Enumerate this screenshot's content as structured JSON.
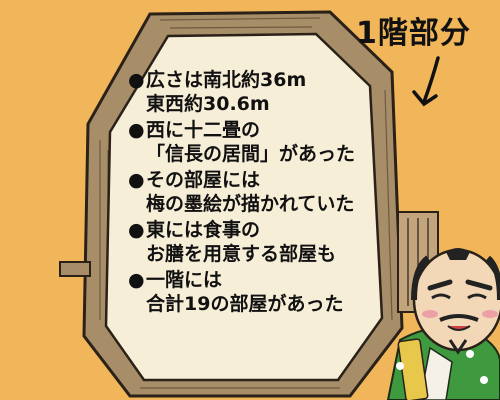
{
  "label": {
    "text": "1階部分"
  },
  "notes": [
    {
      "bullet": "●",
      "line1": "広さは南北約36m",
      "line2": "東西約30.6m"
    },
    {
      "bullet": "●",
      "line1": "西に十二畳の",
      "line2": "「信長の居間」があった"
    },
    {
      "bullet": "●",
      "line1": "その部屋には",
      "line2": "梅の墨絵が描かれていた"
    },
    {
      "bullet": "●",
      "line1": "東には食事の",
      "line2": "お膳を用意する部屋も"
    },
    {
      "bullet": "●",
      "line1": "一階には",
      "line2": "合計19の部屋があった"
    }
  ],
  "colors": {
    "background": "#f2b65a",
    "wall": "#a88e68",
    "floor": "#f7eed8",
    "outline": "#2a2118",
    "robe": "#3f9a3f"
  },
  "icons": {
    "arrow": "arrow-down-icon",
    "character": "nobunaga-character"
  }
}
